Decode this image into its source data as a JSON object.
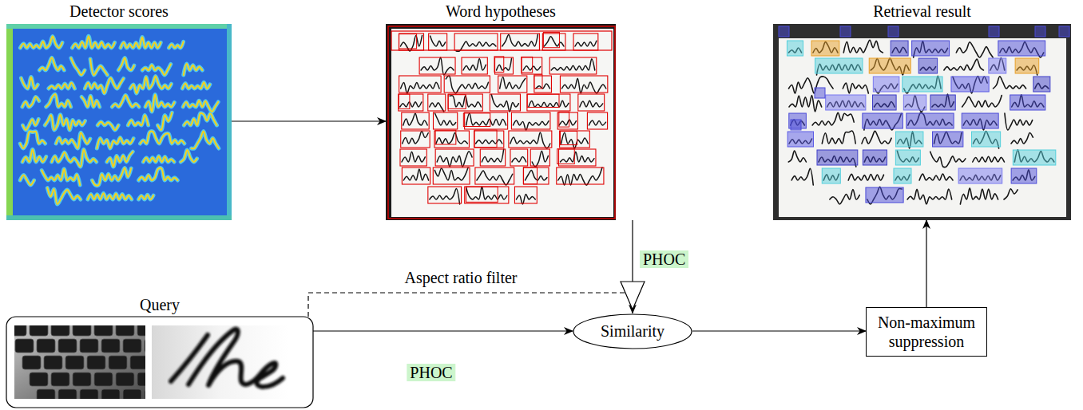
{
  "diagram": {
    "nodes": [
      {
        "text": [
          "Detector scores"
        ]
      },
      {
        "text": [
          "Word hypotheses"
        ]
      },
      {
        "text": [
          "Retrieval result"
        ]
      },
      {
        "text": [
          "Query"
        ]
      },
      {
        "text": [
          "Similarity"
        ]
      },
      {
        "text": [
          "Non-maximum suppression"
        ]
      }
    ],
    "edges": [
      {
        "from": 0,
        "to": 1,
        "arrow": "to"
      },
      {
        "from": 1,
        "to": 4,
        "label": "PHOC",
        "arrow": "to"
      },
      {
        "from": 3,
        "to": 4,
        "label": "PHOC",
        "arrow": "to"
      },
      {
        "from": 4,
        "to": 5,
        "arrow": "to"
      },
      {
        "from": 5,
        "to": 2,
        "arrow": "to"
      }
    ],
    "labels": [
      "Aspect ratio filter"
    ]
  }
}
